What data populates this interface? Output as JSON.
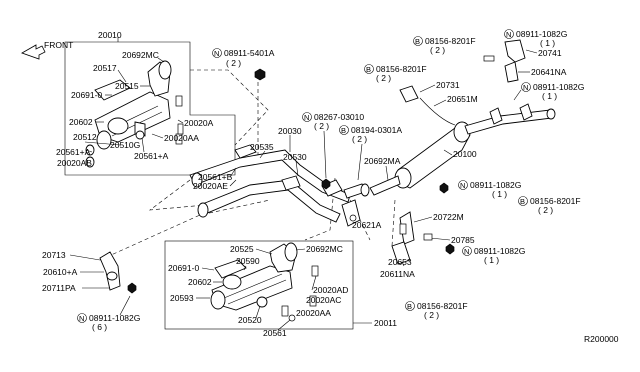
{
  "front_label": "FRONT",
  "labels": {
    "l20010": "20010",
    "l20692MC_top": "20692MC",
    "l20517": "20517",
    "l20691_top": "20691-0",
    "l20515": "20515",
    "l20602_top": "20602",
    "l20020A": "20020A",
    "l20512": "20512",
    "l20510G": "20510G",
    "l20020AA_top": "20020AA",
    "l20561A_left": "20561+A",
    "l20020AB": "20020AB",
    "l20561A_mid": "20561+A",
    "l20561B": "20561+B",
    "l20020AE": "20020AE",
    "n5401A": "08911-5401A",
    "n5401A_qty": "( 2 )",
    "l20030": "20030",
    "l20535": "20535",
    "l20530": "20530",
    "n03010": "08267-03010",
    "n03010_qty": "( 2 )",
    "b0301A": "08194-0301A",
    "b0301A_qty": "( 2 )",
    "l20692MA": "20692MA",
    "l20621A": "20621A",
    "l20100": "20100",
    "b8201F_top": "08156-8201F",
    "b8201F_top_qty": "( 2 )",
    "b8201F_2": "08156-8201F",
    "b8201F_2_qty": "( 2 )",
    "l20731": "20731",
    "l20651M": "20651M",
    "n1082G_top": "08911-1082G",
    "n1082G_top_qty": "( 1 )",
    "l20741": "20741",
    "l20641NA": "20641NA",
    "n1082G_r2": "08911-1082G",
    "n1082G_r2_qty": "( 1 )",
    "n1082G_mid": "08911-1082G",
    "n1082G_mid_qty": "( 1 )",
    "b8201F_mid": "08156-8201F",
    "b8201F_mid_qty": "( 2 )",
    "l20722M": "20722M",
    "l20785": "20785",
    "n1082G_r4": "08911-1082G",
    "n1082G_r4_qty": "( 1 )",
    "l20653": "20653",
    "l20611NA": "20611NA",
    "b8201F_bot": "08156-8201F",
    "b8201F_bot_qty": "( 2 )",
    "l20713": "20713",
    "l20610A": "20610+A",
    "l20711PA": "20711PA",
    "n1082G_left": "08911-1082G",
    "n1082G_left_qty": "( 6 )",
    "l20525": "20525",
    "l20692MC_bot": "20692MC",
    "l20691_bot": "20691-0",
    "l20590": "20590",
    "l20602_bot": "20602",
    "l20020AD": "20020AD",
    "l20593": "20593",
    "l20020AC": "20020AC",
    "l20520": "20520",
    "l20020AA_bot": "20020AA",
    "l20561": "20561",
    "l20011": "20011",
    "ref": "R200000"
  },
  "symbols": {
    "n": "N",
    "b": "B"
  }
}
